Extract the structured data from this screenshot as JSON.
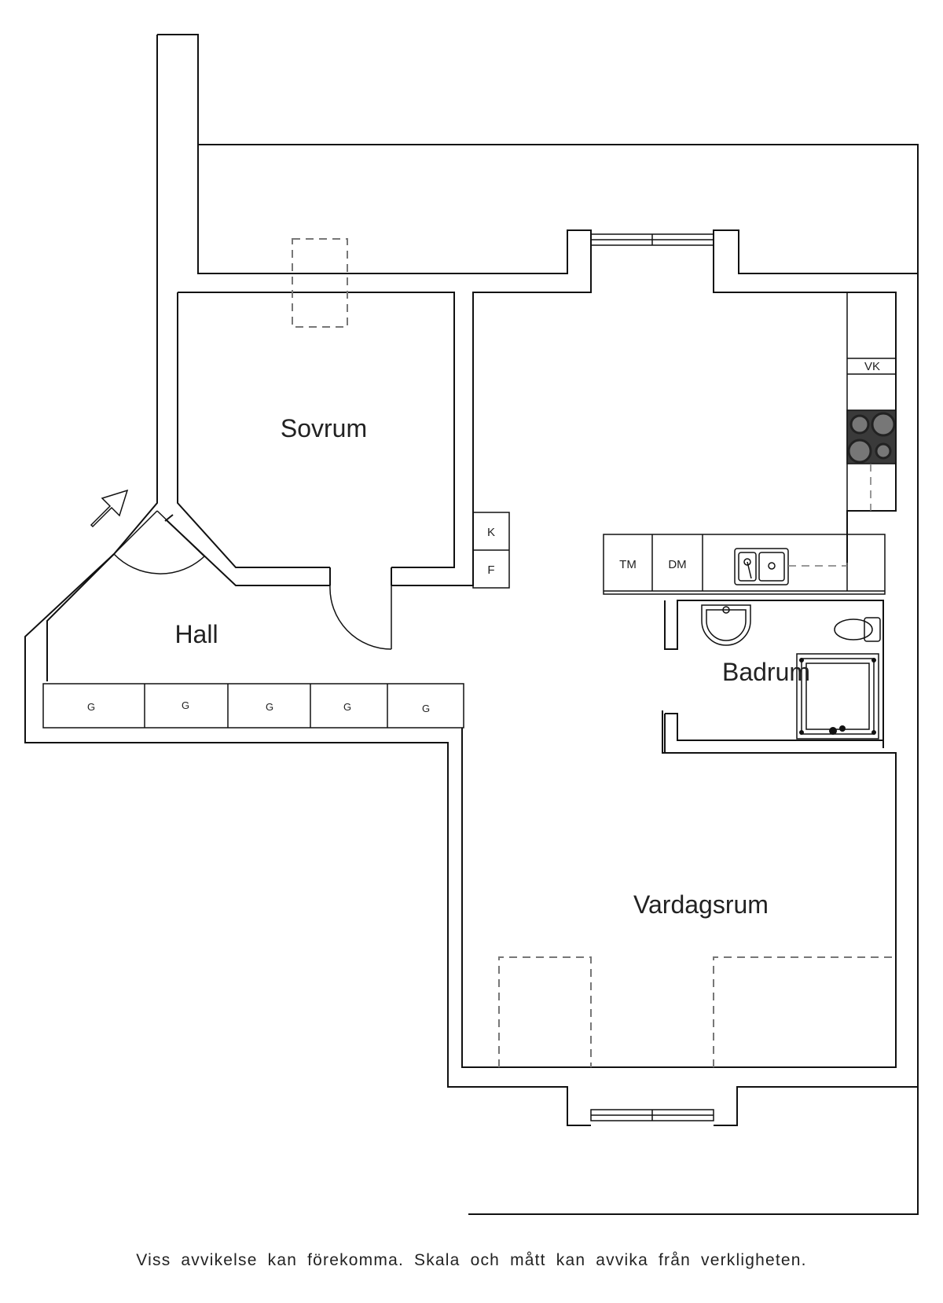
{
  "rooms": {
    "sovrum": "Sovrum",
    "hall": "Hall",
    "badrum": "Badrum",
    "vardagsrum": "Vardagsrum"
  },
  "fixtures": {
    "vk": "VK",
    "tm": "TM",
    "dm": "DM",
    "k": "K",
    "f": "F",
    "wardrobe": [
      "G",
      "G",
      "G",
      "G",
      "G"
    ]
  },
  "disclaimer": "Viss avvikelse kan förekomma. Skala och mått kan avvika från verkligheten.",
  "icons": {
    "entrance": "entrance-arrow-icon",
    "stove": "stove-icon",
    "sink": "sink-icon",
    "toilet": "toilet-icon",
    "washbasin": "washbasin-icon",
    "shower": "shower-icon"
  }
}
